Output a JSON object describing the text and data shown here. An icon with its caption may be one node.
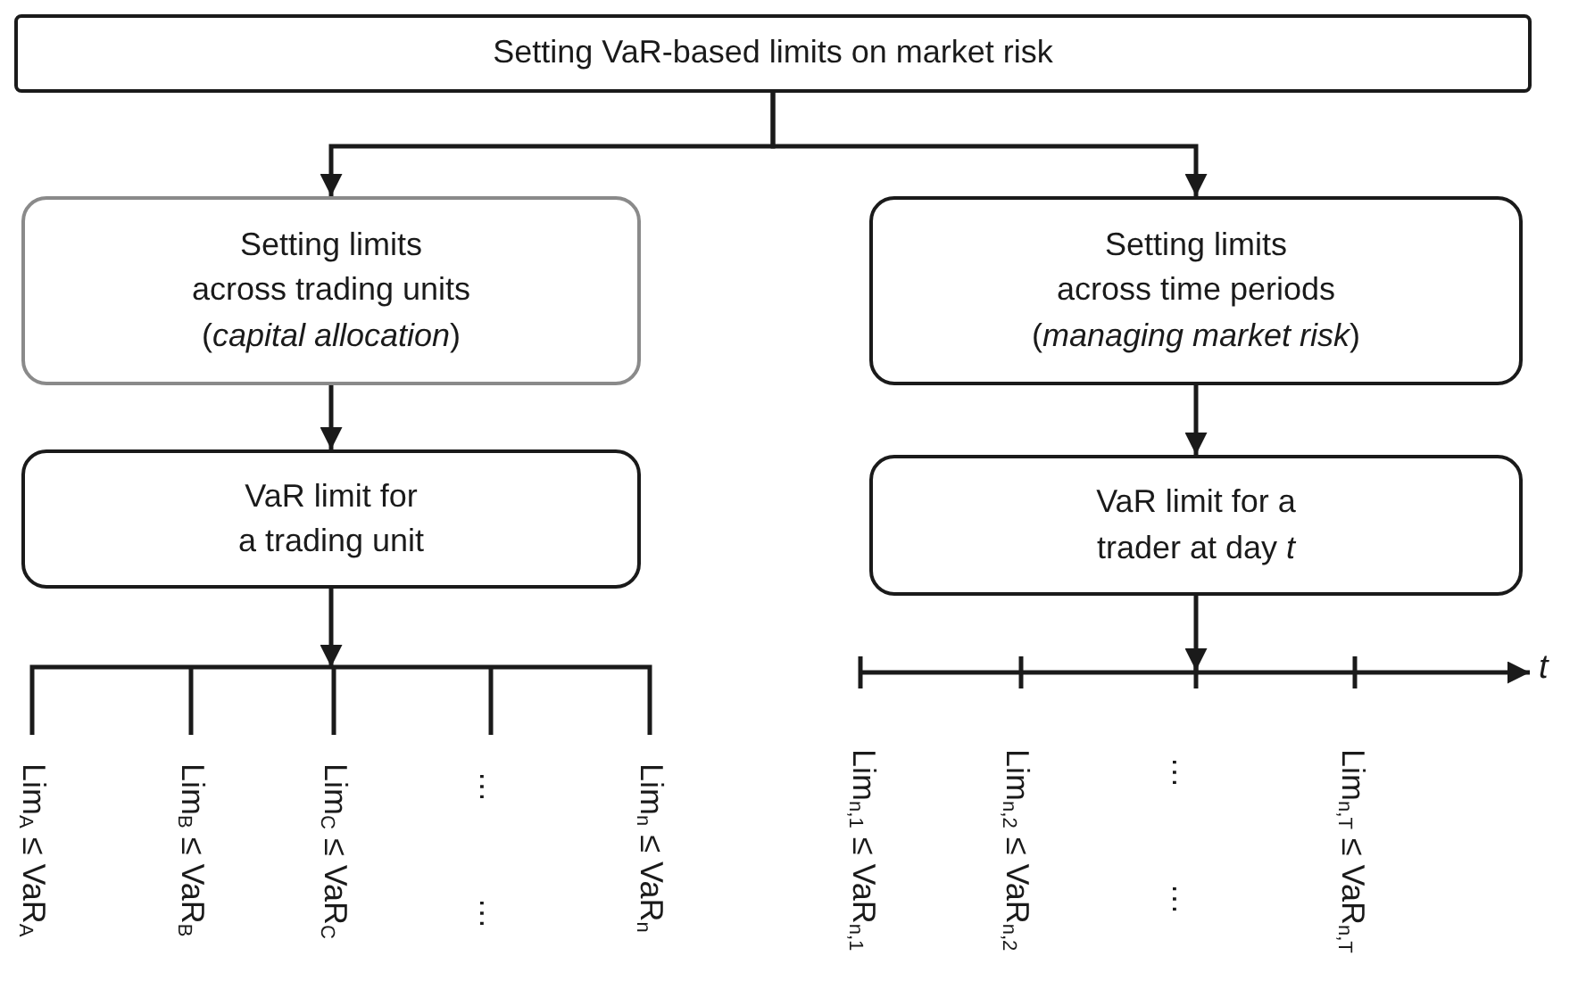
{
  "diagram": {
    "nodes": [
      {
        "text": [
          "Setting VaR-based limits on market risk"
        ]
      },
      {
        "text": [
          "Setting limits across trading units (*capital allocation*)"
        ]
      },
      {
        "text": [
          "Setting limits across time periods (*managing market risk*)"
        ]
      },
      {
        "text": [
          "VaR limit for a trading unit"
        ]
      },
      {
        "text": [
          "VaR limit for a trader at day *t*"
        ]
      },
      {
        "text": [],
        "shape": "bar"
      }
    ],
    "edges": [
      {
        "from": 0,
        "to": 1,
        "arrow": "to"
      },
      {
        "from": 0,
        "to": 2,
        "arrow": "to"
      },
      {
        "from": 1,
        "to": 3,
        "arrow": "to"
      },
      {
        "from": 2,
        "to": 4,
        "arrow": "to"
      },
      {
        "from": 3,
        "to": 5,
        "arrow": "to"
      },
      {
        "from": 4,
        "to": null,
        "arrow": "to"
      }
    ],
    "labels": [
      "t",
      "Lim$_{A}$ ≤ VaR$_{A}$",
      "Lim$_{B}$ ≤ VaR$_{B}$",
      "Lim$_{C}$ ≤ VaR$_{C}$",
      "… …",
      "Lim$_{n}$ ≤ VaR$_{n}$",
      "Lim$_{n,1}$ ≤ VaR$_{n,1}$",
      "Lim$_{n,2}$ ≤ VaR$_{n,2}$",
      "… …",
      "Lim$_{n,T}$ ≤ VaR$_{n,T}$"
    ]
  }
}
